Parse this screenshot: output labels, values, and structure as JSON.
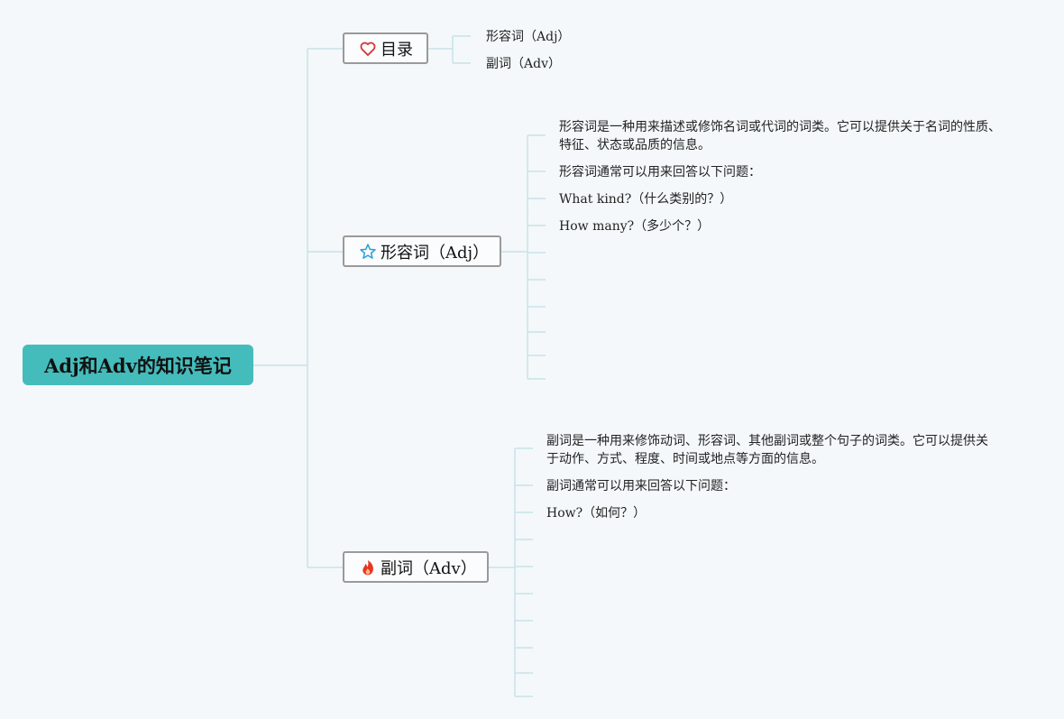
{
  "root": {
    "title": "Adj和Adv的知识笔记"
  },
  "toc": {
    "label": "目录",
    "icon": "heart-icon",
    "items": [
      "形容词（Adj）",
      "副词（Adv）"
    ]
  },
  "adj": {
    "label": "形容词（Adj）",
    "icon": "star-icon",
    "notes": [
      "形容词是一种用来描述或修饰名词或代词的词类。它可以提供关于名词的性质、特征、状态或品质的信息。",
      "形容词通常可以用来回答以下问题：",
      "What kind?（什么类别的？）",
      "How many?（多少个？）"
    ],
    "empty_slots": 6
  },
  "adv": {
    "label": "副词（Adv）",
    "icon": "fire-icon",
    "notes": [
      "副词是一种用来修饰动词、形容词、其他副词或整个句子的词类。它可以提供关于动作、方式、程度、时间或地点等方面的信息。",
      "副词通常可以用来回答以下问题：",
      "How?（如何？）"
    ],
    "empty_slots": 7
  },
  "colors": {
    "root_fill": "#45bcbc",
    "connector": "#c8e2e8",
    "heart": "#d63a3a",
    "star": "#2aa0d8",
    "fire": "#e8361e"
  }
}
